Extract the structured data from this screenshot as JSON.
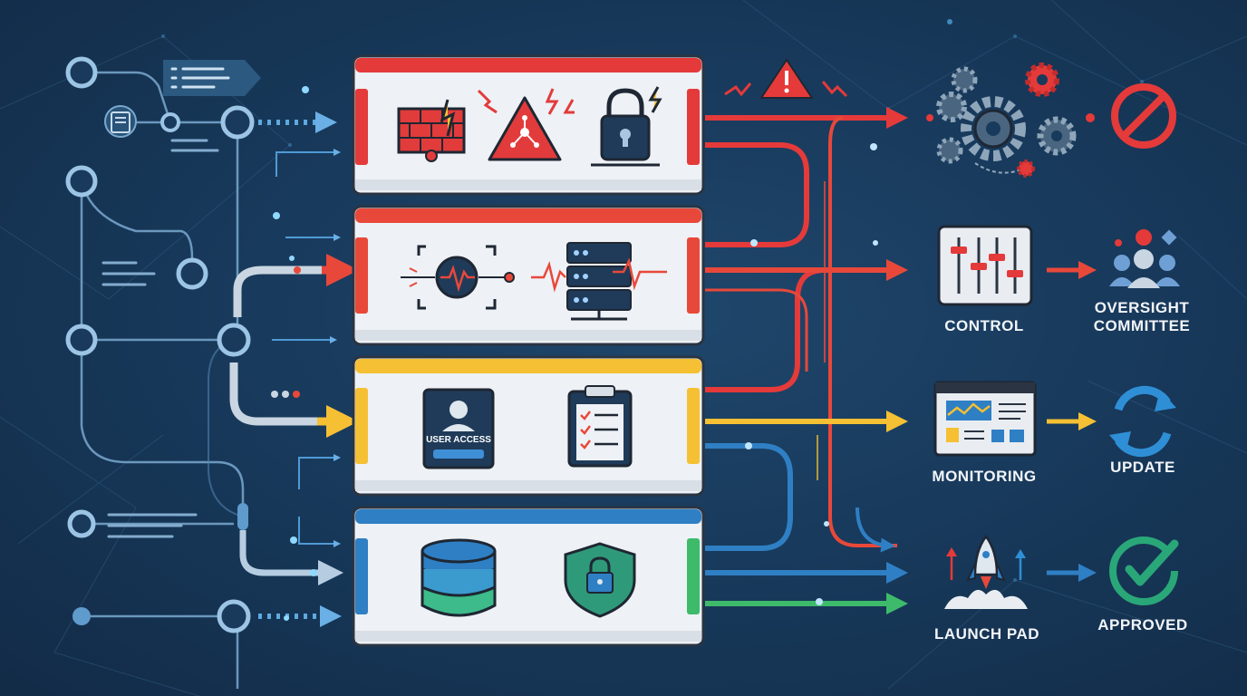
{
  "outputs": {
    "control": "CONTROL",
    "oversight": "OVERSIGHT\nCOMMITTEE",
    "monitoring": "MONITORING",
    "update": "UPDATE",
    "launch_pad": "LAUNCH PAD",
    "approved": "APPROVED"
  },
  "panels": {
    "user_access": "USER ACCESS"
  },
  "colors": {
    "background": "#17314d",
    "red": "#e53a3a",
    "red_orange": "#e8483a",
    "yellow": "#f5c033",
    "blue": "#2f7fc4",
    "green": "#3dbb6b",
    "node_line": "#7aa9cf",
    "panel_face": "#f1f3f6"
  },
  "icons": [
    "firewall-icon",
    "warning-network-icon",
    "padlock-icon",
    "monitor-scan-icon",
    "server-icon",
    "user-access-card-icon",
    "checklist-clipboard-icon",
    "database-icon",
    "shield-lock-icon",
    "gears-icon",
    "prohibited-icon",
    "sliders-icon",
    "team-icon",
    "dashboard-icon",
    "refresh-icon",
    "rocket-icon",
    "check-circle-icon"
  ]
}
